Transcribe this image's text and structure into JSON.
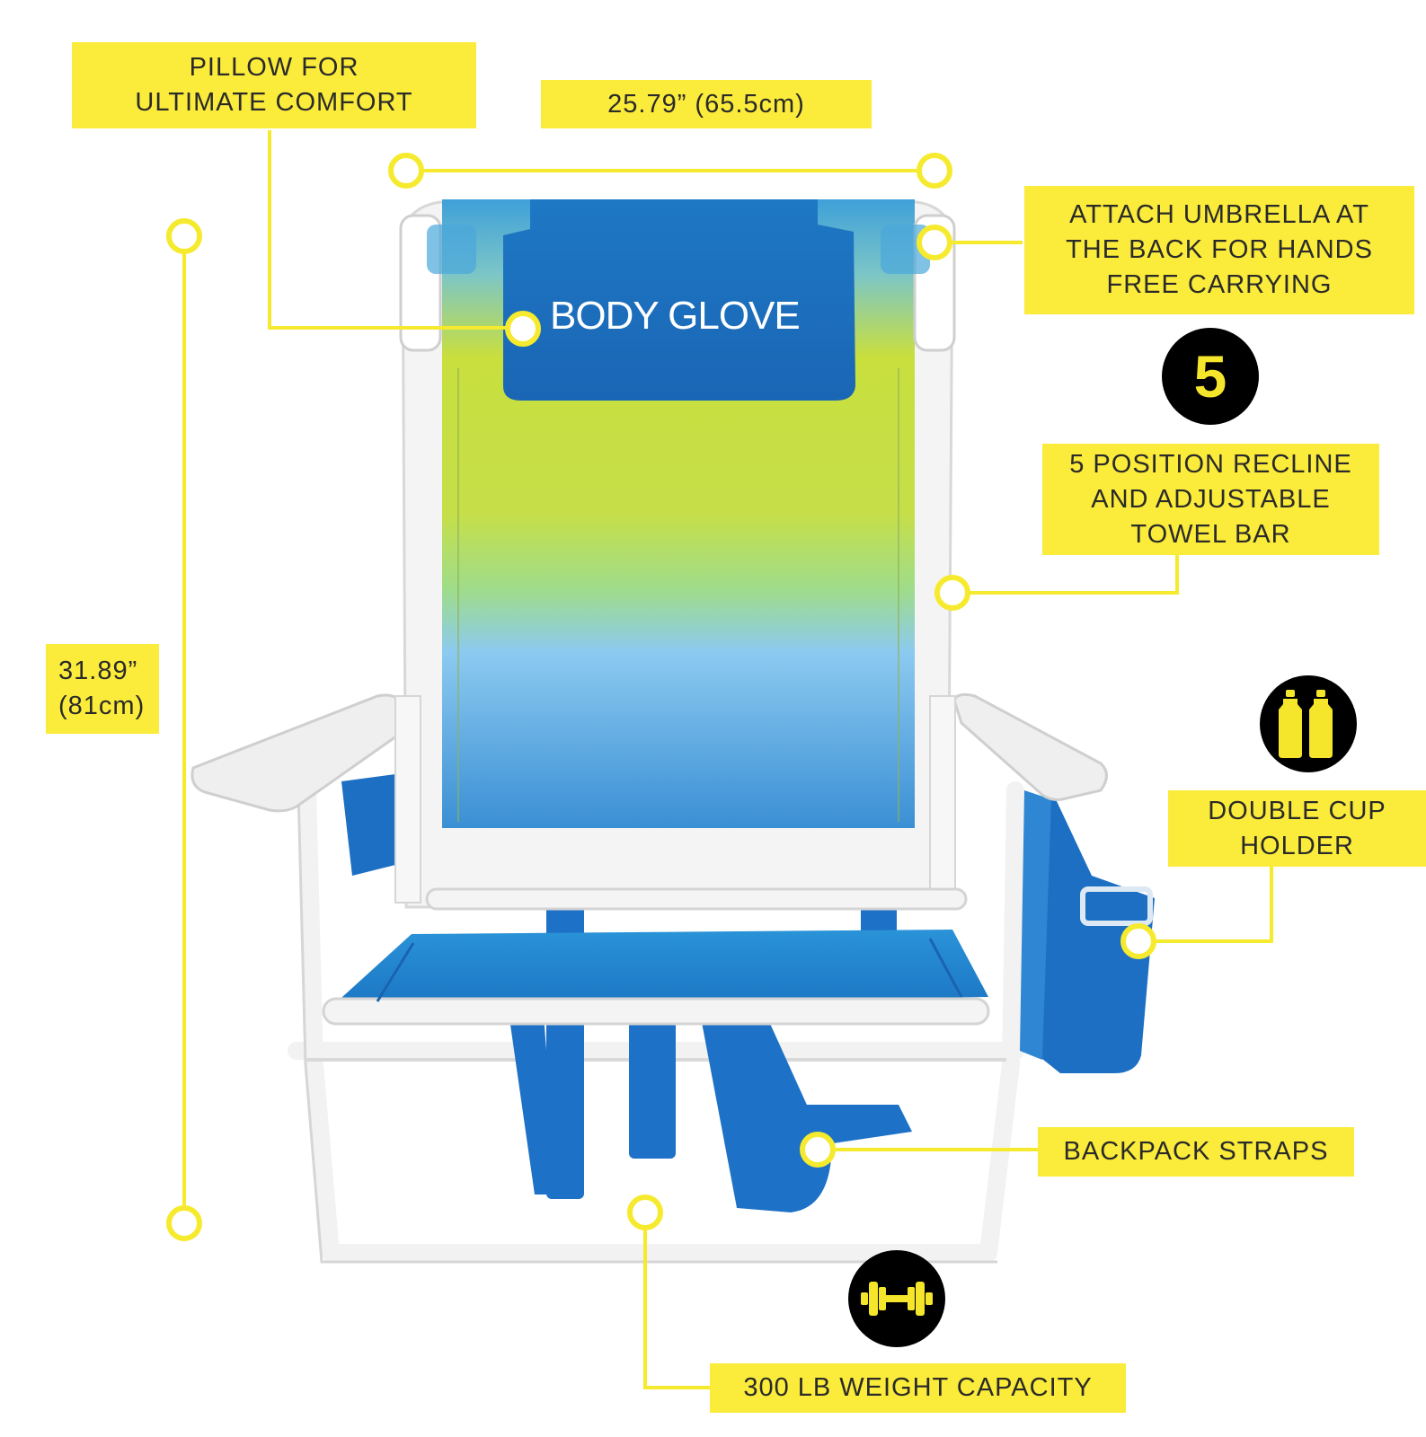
{
  "brand": {
    "logo_text": "BODY GLOVE"
  },
  "labels": {
    "pillow": [
      "PILLOW FOR",
      "ULTIMATE COMFORT"
    ],
    "width": "25.79” (65.5cm)",
    "height": [
      "31.89”",
      "(81cm)"
    ],
    "umbrella": [
      "ATTACH UMBRELLA AT",
      "THE BACK FOR HANDS",
      "FREE CARRYING"
    ],
    "recline": [
      "5 POSITION RECLINE",
      "AND ADJUSTABLE",
      "TOWEL BAR"
    ],
    "cup": [
      "DOUBLE CUP",
      "HOLDER"
    ],
    "backpack": "BACKPACK STRAPS",
    "weight": "300 LB WEIGHT CAPACITY"
  },
  "badges": {
    "recline_number": "5",
    "cup_icon": "bottles-icon",
    "weight_icon": "dumbbell-icon"
  },
  "colors": {
    "callout": "#fbeb3a",
    "badge": "#000000",
    "badge_glyph": "#f5e62b",
    "fabric_blue": "#1f7ac9"
  }
}
